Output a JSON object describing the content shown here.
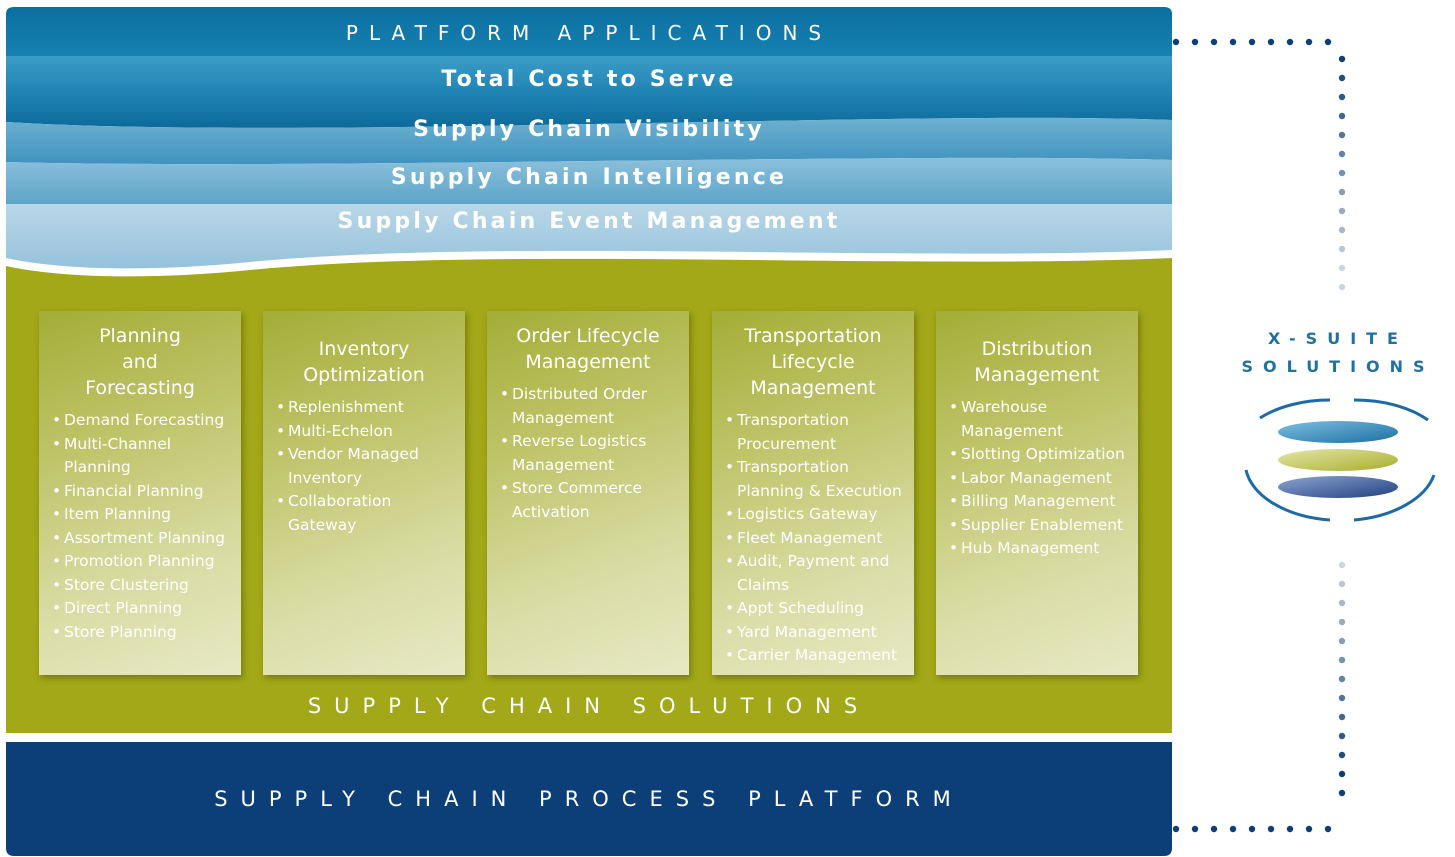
{
  "platform_applications": {
    "title": "PLATFORM APPLICATIONS",
    "layers": [
      "Total Cost to Serve",
      "Supply Chain Visibility",
      "Supply Chain Intelligence",
      "Supply Chain Event Management"
    ]
  },
  "solutions": {
    "footer": "SUPPLY CHAIN SOLUTIONS",
    "columns": [
      {
        "title": "Planning and Forecasting",
        "items": [
          "Demand Forecasting",
          "Multi-Channel Planning",
          "Financial Planning",
          "Item Planning",
          "Assortment Planning",
          "Promotion Planning",
          "Store Clustering",
          "Direct Planning",
          "Store Planning"
        ]
      },
      {
        "title": "Inventory Optimization",
        "items": [
          "Replenishment",
          "Multi-Echelon",
          "Vendor Managed Inventory",
          "Collaboration Gateway"
        ]
      },
      {
        "title": "Order Lifecycle Management",
        "items": [
          "Distributed Order Management",
          "Reverse Logistics Management",
          "Store Commerce Activation"
        ]
      },
      {
        "title": "Transportation Lifecycle Management",
        "items": [
          "Transportation Procurement",
          "Transportation Planning & Execution",
          "Logistics Gateway",
          "Fleet Management",
          "Audit, Payment and Claims",
          "Appt Scheduling",
          "Yard Management",
          "Carrier Management"
        ]
      },
      {
        "title": "Distribution Management",
        "items": [
          "Warehouse Management",
          "Slotting Optimization",
          "Labor Management",
          "Billing Management",
          "Supplier Enablement",
          "Hub Management"
        ]
      }
    ]
  },
  "platform": {
    "title": "SUPPLY CHAIN PROCESS PLATFORM"
  },
  "xsuite": {
    "line1": "X-SUITE",
    "line2": "SOLUTIONS"
  },
  "colors": {
    "top_blue": "#0a7aa6",
    "olive": "#a2a817",
    "navy": "#0c3f78",
    "dot_dark": "#0c3f78",
    "dot_light": "#c9d5e0"
  },
  "icons": [
    "xsuite-stack-icon"
  ]
}
